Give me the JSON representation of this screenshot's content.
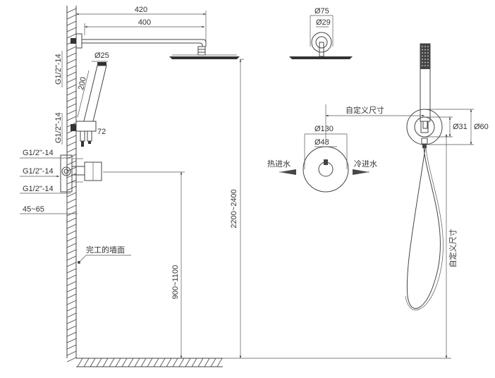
{
  "dims": {
    "arm_outer": "420",
    "arm_inner": "400",
    "handheld_dia": "Ø25",
    "handheld_len": "200",
    "holder_w": "72",
    "thread_top": "G1/2\"-14",
    "thread_mid": "G1/2\"-14",
    "thread_valve_top": "G1/2\"-14",
    "thread_valve_mid": "G1/2\"-14",
    "thread_valve_bot": "G1/2\"-14",
    "depth_range": "45~65",
    "valve_height": "900~1100",
    "head_height": "2200~2400",
    "head_outer": "Ø75",
    "head_inner": "Ø29",
    "plate_outer": "Ø130",
    "plate_inner": "Ø48",
    "elbow_inner": "Ø31",
    "elbow_outer": "Ø60"
  },
  "labels": {
    "wall_finish": "完工的墙面",
    "hot_water": "热进水",
    "cold_water": "冷进水",
    "custom_h": "自定义尺寸",
    "custom_v": "自定义尺寸"
  }
}
